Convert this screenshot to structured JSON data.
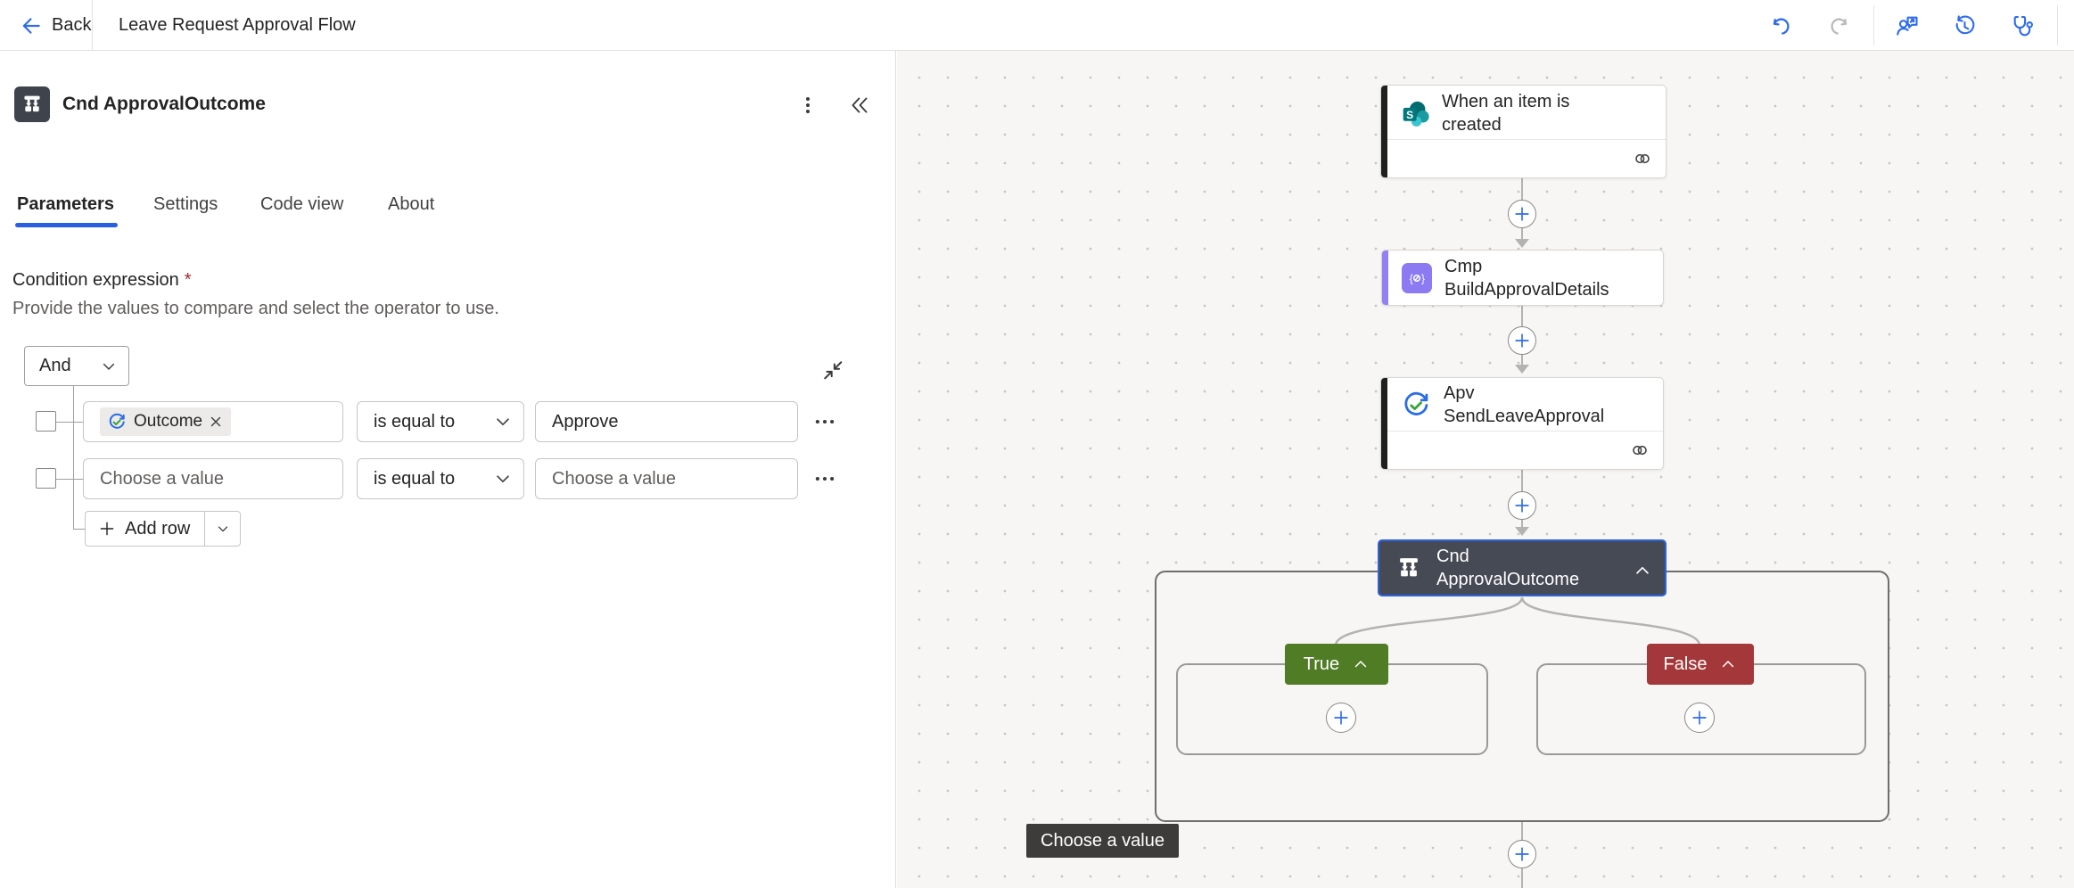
{
  "topbar": {
    "back": "Back",
    "title": "Leave Request Approval Flow"
  },
  "panel": {
    "title": "Cnd ApprovalOutcome",
    "tabs": {
      "parameters": "Parameters",
      "settings": "Settings",
      "code_view": "Code view",
      "about": "About"
    },
    "condition_label": "Condition expression",
    "required_marker": "*",
    "description": "Provide the values to compare and select the operator to use.",
    "group_operator": "And",
    "rows": [
      {
        "field_chip": "Outcome",
        "operator": "is equal to",
        "value": "Approve"
      },
      {
        "field_placeholder": "Choose a value",
        "operator": "is equal to",
        "value_placeholder": "Choose a value"
      }
    ],
    "add_row": "Add row"
  },
  "canvas": {
    "trigger": {
      "line1": "When an item is",
      "line2": "created"
    },
    "compose": {
      "line1": "Cmp",
      "line2": "BuildApprovalDetails"
    },
    "approval": {
      "line1": "Apv",
      "line2": "SendLeaveApproval"
    },
    "condition": {
      "line1": "Cnd",
      "line2": "ApprovalOutcome"
    },
    "true_label": "True",
    "false_label": "False",
    "tooltip": "Choose a value"
  },
  "colors": {
    "accent_blue": "#2f6cec",
    "tab_underline": "#2b5fe3",
    "true_green": "#507c25",
    "false_red": "#a4373a",
    "selected_node_bg": "#454a54",
    "selection_border": "#2c63e4",
    "compose_purple": "#8b7af2"
  }
}
